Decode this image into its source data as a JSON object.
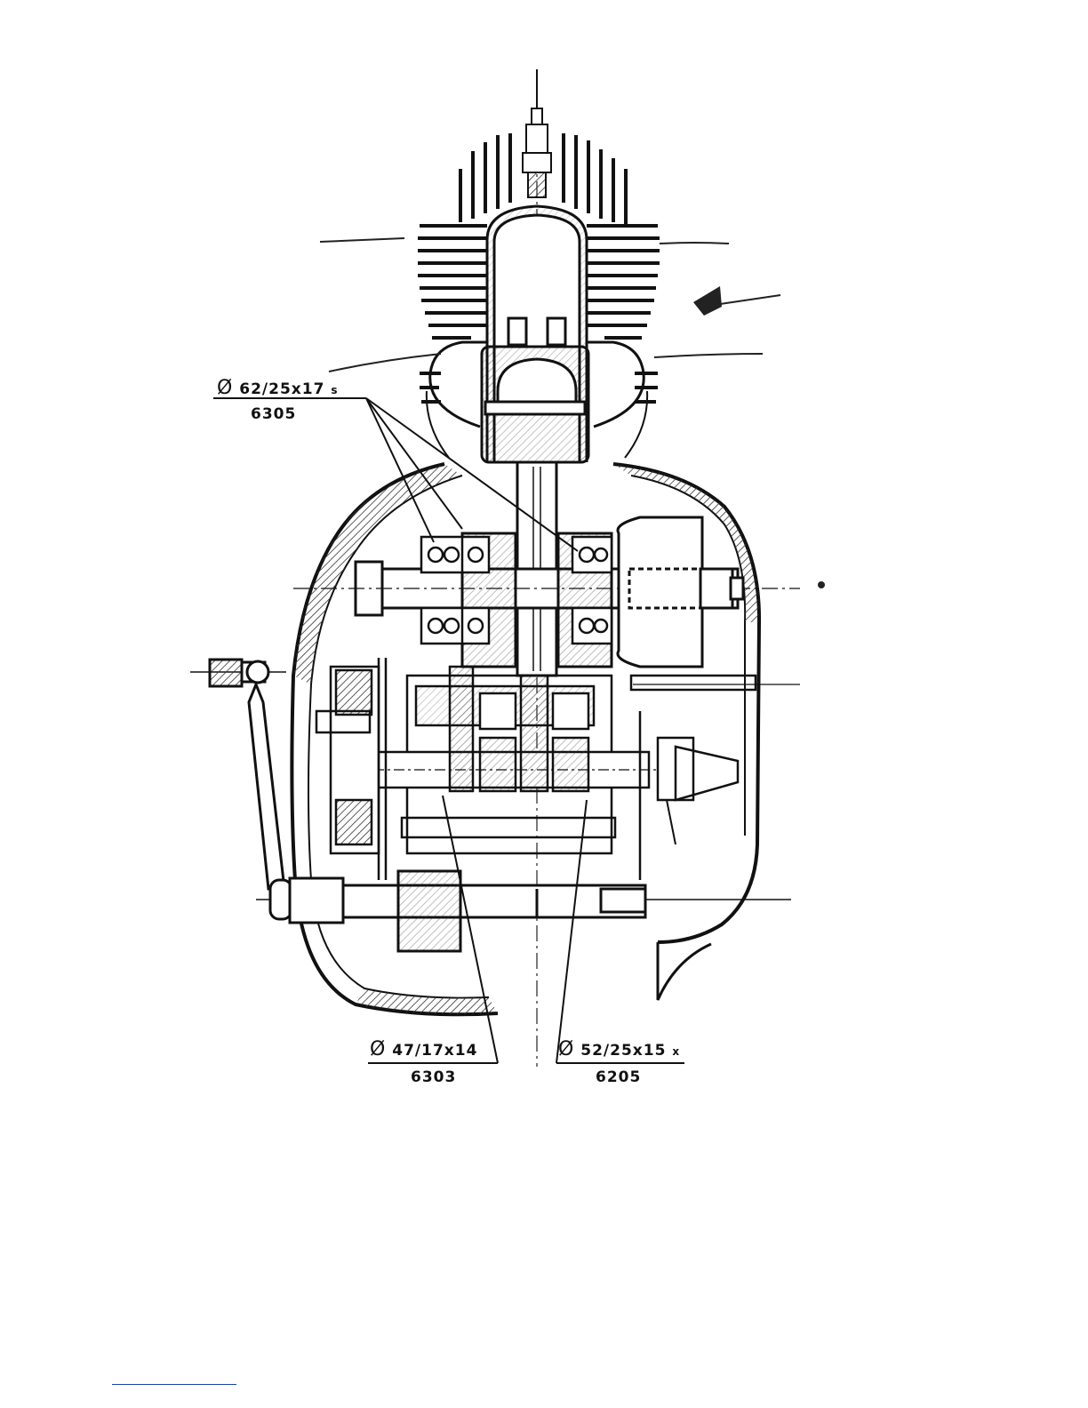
{
  "labels": {
    "bearing_top": {
      "dim": "62/25x17",
      "suffix": "s",
      "code": "6305"
    },
    "bearing_bottom_left": {
      "dim": "47/17x14",
      "code": "6303"
    },
    "bearing_bottom_right": {
      "dim": "52/25x15",
      "suffix": "x",
      "code": "6205"
    },
    "diameter_symbol": "Ø"
  },
  "colors": {
    "ink": "#111111",
    "hatch": "#333333",
    "footnote_rule": "#1f3fa8"
  }
}
